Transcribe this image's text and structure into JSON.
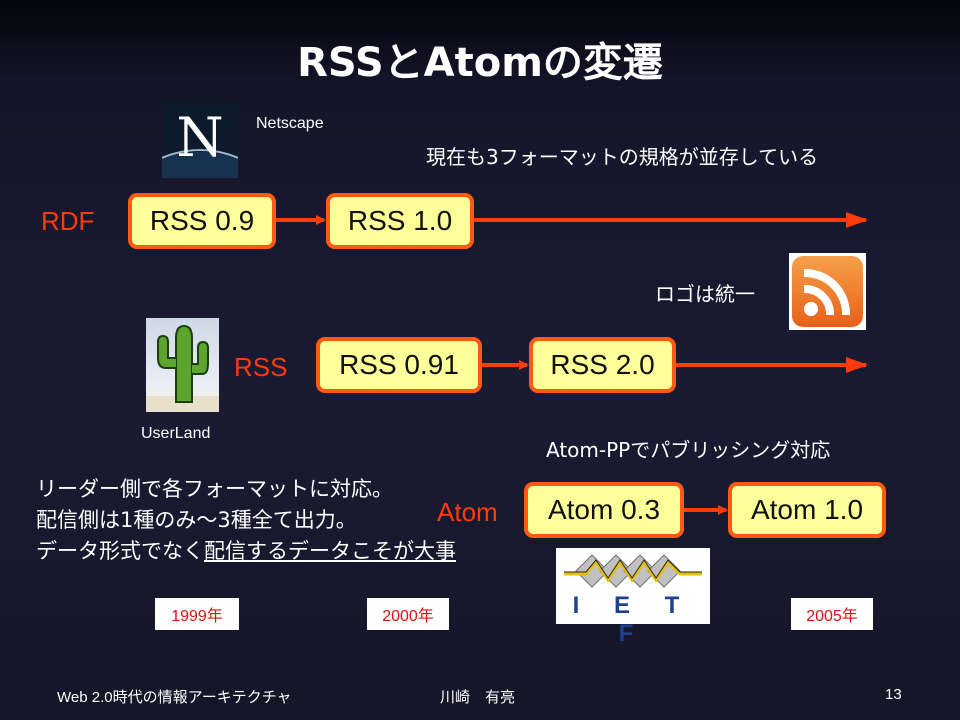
{
  "slide": {
    "title": "RSSとAtomの変遷",
    "subtitle": "現在も3フォーマットの規格が並存している",
    "logo_note": "ロゴは統一",
    "atom_note": "Atom-PPでパブリッシング対応"
  },
  "logos": {
    "netscape_label": "Netscape",
    "netscape_letter": "N",
    "userland_label": "UserLand",
    "ietf_letters": "I E T F"
  },
  "rows": {
    "rdf": {
      "label": "RDF",
      "boxes": [
        "RSS 0.9",
        "RSS 1.0"
      ]
    },
    "rss": {
      "label": "RSS",
      "boxes": [
        "RSS 0.91",
        "RSS 2.0"
      ]
    },
    "atom": {
      "label": "Atom",
      "boxes": [
        "Atom 0.3",
        "Atom 1.0"
      ]
    }
  },
  "notes": {
    "line1": "リーダー側で各フォーマットに対応。",
    "line2": "配信側は1種のみ～3種全て出力。",
    "line3_plain": "データ形式でなく",
    "line3_underlined": "配信するデータこそが大事"
  },
  "years": [
    "1999年",
    "2000年",
    "2005年"
  ],
  "footer": {
    "left": "Web 2.0時代の情報アーキテクチャ",
    "center": "川崎　有亮",
    "page": "13"
  },
  "colors": {
    "accent_orange": "#ff5a14",
    "box_fill": "#ffff9a",
    "label_red": "#ff3b0a",
    "year_red": "#e01010",
    "rss_icon": "#f27a1a"
  }
}
